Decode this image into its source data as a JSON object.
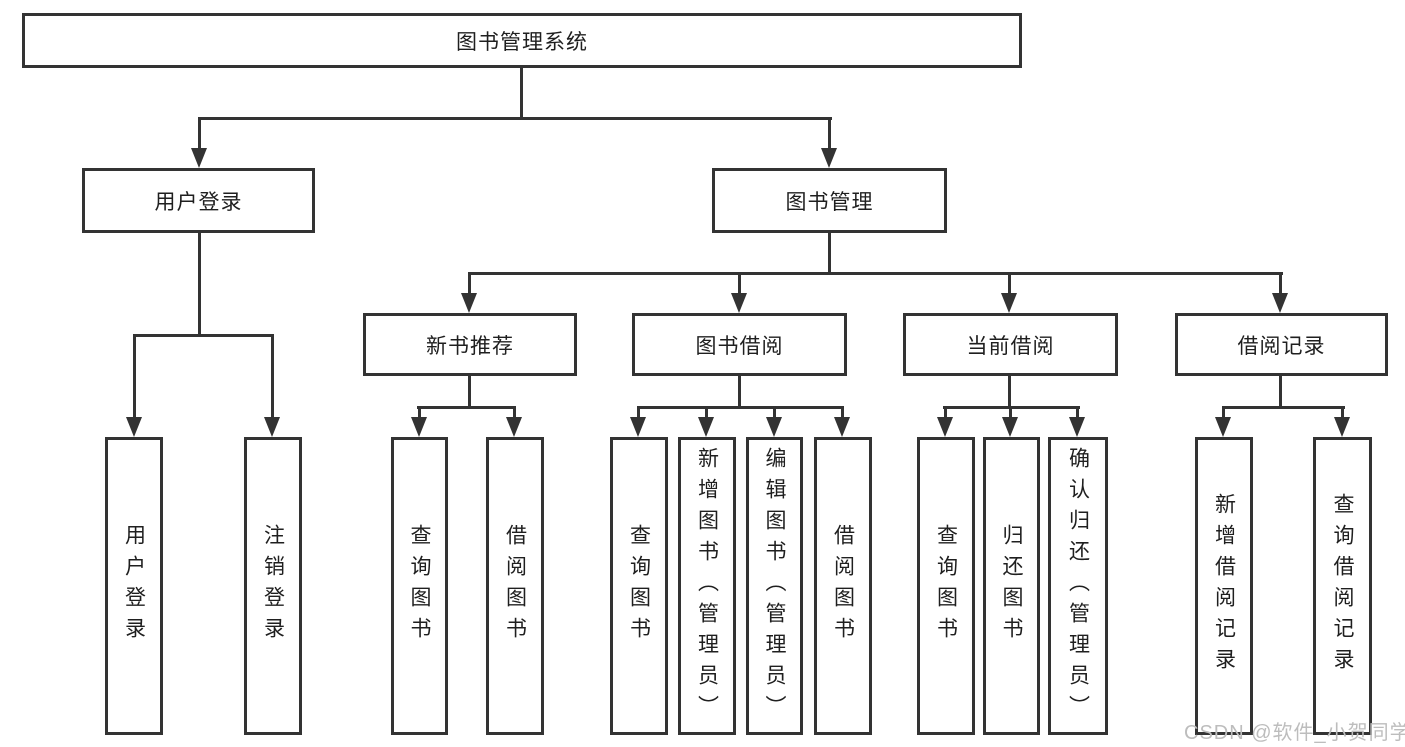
{
  "colors": {
    "line": "#333333",
    "text": "#1f1f1f",
    "watermark": "#bdbdbd",
    "background": "#ffffff"
  },
  "watermark": "CSDN @软件_小贺同学",
  "chart_type": "hierarchy-diagram",
  "tree": {
    "root": "图书管理系统",
    "branches": [
      {
        "label": "用户登录",
        "leaves": [
          "用户登录",
          "注销登录"
        ]
      },
      {
        "label": "图书管理",
        "children": [
          {
            "label": "新书推荐",
            "leaves": [
              "查询图书",
              "借阅图书"
            ]
          },
          {
            "label": "图书借阅",
            "leaves": [
              "查询图书",
              "新增图书（管理员）",
              "编辑图书（管理员）",
              "借阅图书"
            ]
          },
          {
            "label": "当前借阅",
            "leaves": [
              "查询图书",
              "归还图书",
              "确认归还（管理员）"
            ]
          },
          {
            "label": "借阅记录",
            "leaves": [
              "新增借阅记录",
              "查询借阅记录"
            ]
          }
        ]
      }
    ]
  }
}
